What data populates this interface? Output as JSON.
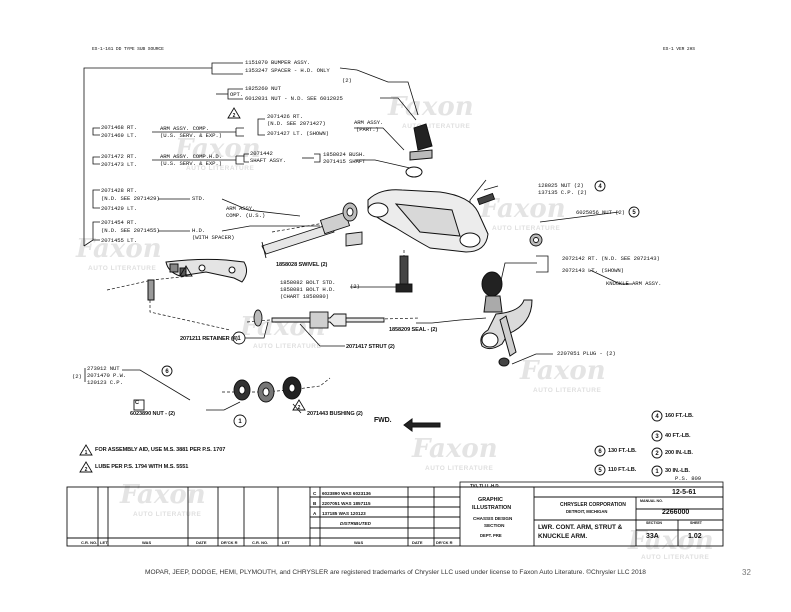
{
  "header": {
    "left_code": "ES-1-161 DD TYPE SUB SOURCE",
    "right_code": "ES-1 VER 2HS"
  },
  "watermark": {
    "brand": "Faxon",
    "sub": "AUTO LITERATURE"
  },
  "labels": {
    "bumper": "1151070 BUMPER ASSY.",
    "spacer": "1353247 SPACER - H.D. ONLY",
    "opt": "OPT.",
    "nut1": "1825260 NUT",
    "nut2": "6012031 NUT - N.D. SEE 6012025",
    "q2a": "(2)",
    "arm_rt": "2071426 RT.",
    "arm_nd": "(N.D. SEE 2071427)",
    "arm_lt": "2071427 LT. (SHOWN)",
    "arm_assy_part": "ARM ASSY.",
    "arm_assy_part2": "(PART.)",
    "c1_rt": "2071468 RT.",
    "c1_lt": "2071469 LT.",
    "c1_desc": "ARM ASSY. COMP.",
    "c1_desc2": "(U.S. SERV. & EXP.)",
    "shaft": "2071442",
    "shaft2": "SHAFT ASSY.",
    "bush": "1858024 BUSH.",
    "shaft3": "2071415 SHAFT",
    "c2_rt": "2071472 RT.",
    "c2_lt": "2071473 LT.",
    "c2_desc": "ARM ASSY. COMP.H.D.",
    "c2_desc2": "(U.S. SERV. & EXP.)",
    "std_rt": "2071428 RT.",
    "std_nd": "(N.D. SEE 2071429)",
    "std_lt": "2071429 LT.",
    "std": "STD.",
    "comp_us": "ARM ASSY.",
    "comp_us2": "COMP. (U.S.)",
    "hd_rt": "2071454 RT.",
    "hd_nd": "(N.D. SEE 2071455)",
    "hd_lt": "2071455 LT.",
    "hd": "H.D.",
    "hd2": "(WITH SPACER)",
    "swivel": "1858028 SWIVEL (2)",
    "nut_cp": "128025 NUT (2)",
    "cp": "137135 C.P. (2)",
    "nut_6025": "6025056 NUT (2)",
    "bolt1": "1858082 BOLT STD.",
    "bolt2": "1858081 BOLT H.D.",
    "bolt3": "(CHART 1858080)",
    "q2b": "(2)",
    "knuckle_rt": "2072142 RT. (N.D. SEE 2072143)",
    "knuckle_lt": "2072143 LT. (SHOWN)",
    "knuckle": "KNUCKLE ARM ASSY.",
    "seal": "1858209 SEAL - (2)",
    "retainer": "2071211 RETAINER (4)",
    "strut": "2071417 STRUT (2)",
    "plug": "2207051 PLUG - (2)",
    "n273": "273912 NUT",
    "n2071470": "2071470 P.W.",
    "n120123": "120123 C.P.",
    "q2c": "(2)",
    "n6023890": "6023890 NUT - (2)",
    "bushing": "2071443 BUSHING (2)",
    "fwd": "FWD.",
    "note1": "FOR ASSEMBLY AID, USE M.S. 3881 PER P.S. 1707",
    "note2": "LUBE PER P.S. 1794 WITH M.S. 5551",
    "tq1": "160 FT.-LB.",
    "tq2": "40 FT.-LB.",
    "tq3": "130 FT.-LB.",
    "tq4": "200 IN.-LB.",
    "tq5": "110 FT.-LB.",
    "tq6": "30 IN.-LB.",
    "tq6b": "P.S. 809",
    "c_box": "C"
  },
  "title_block": {
    "graphic": "GRAPHIC",
    "illustration": "ILLUSTRATION",
    "chassis": "CHASSIS DESIGN",
    "section_lbl": "SECTION",
    "dept": "DEPT. PRE",
    "corp": "CHRYSLER CORPORATION",
    "city": "DETROIT, MICHIGAN",
    "title1": "LWR. CONT. ARM, STRUT &",
    "title2": "KNUCKLE ARM.",
    "date": "12-5-61",
    "manual_no_lbl": "MANUAL NO.",
    "manual_no": "2266000",
    "section_hdr": "SECTION",
    "sheet_hdr": "SHEET",
    "section": "33A",
    "sheet": "1.02",
    "model": "TVI, TLI L.H.D.",
    "rev_c": "6023890 WAS 6023136",
    "rev_b": "2207051 WAS 1857115",
    "rev_a": "137185 WAS 120123",
    "distributed": "DISTRIBUTED",
    "cr_no": "C.R. NO.",
    "let": "LET",
    "was": "WAS",
    "date_col": "DATE",
    "dr_ck": "DR'CK R"
  },
  "footer": {
    "text": "MOPAR, JEEP, DODGE, HEMI, PLYMOUTH, and CHRYSLER are registered trademarks of Chrysler LLC used under license to Faxon Auto Literature. ©Chrysler LLC 2018",
    "page": "32"
  }
}
